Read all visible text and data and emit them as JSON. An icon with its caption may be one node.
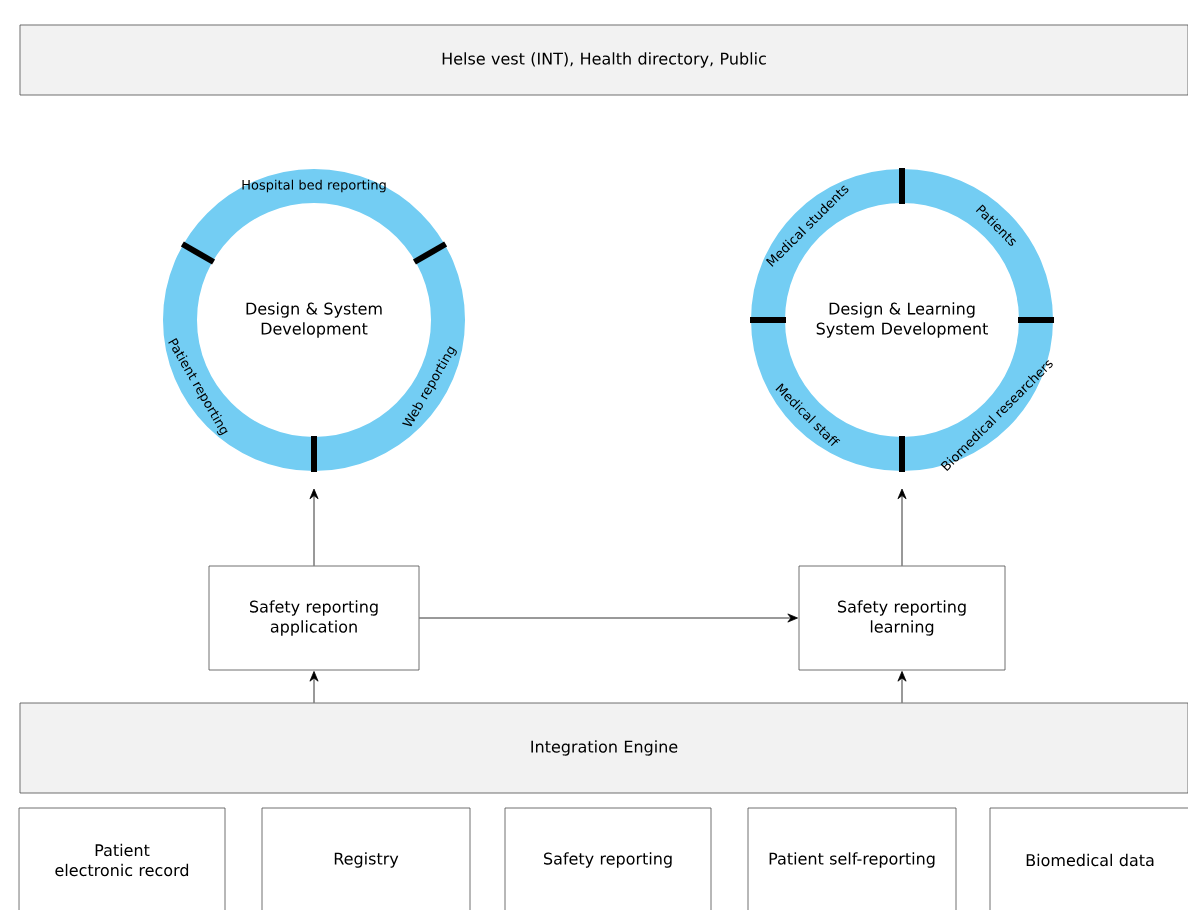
{
  "diagram": {
    "nodes": [
      {
        "text": [
          "Helse vest (INT), Health directory, Public"
        ]
      },
      {
        "text": [
          "Design & System Development",
          "Hospital bed reporting",
          "Patient reporting",
          "Web reporting"
        ]
      },
      {
        "text": [
          "Design & Learning System Development",
          "Medical students",
          "Patients",
          "Medical staff",
          "Biomedical researchers"
        ]
      },
      {
        "text": [
          "Safety reporting application"
        ]
      },
      {
        "text": [
          "Safety reporting learning"
        ]
      },
      {
        "text": [
          "Integration Engine"
        ]
      },
      {
        "text": [
          "Patient electronic record"
        ]
      },
      {
        "text": [
          "Registry"
        ]
      },
      {
        "text": [
          "Safety reporting"
        ]
      },
      {
        "text": [
          "Patient self-reporting"
        ]
      },
      {
        "text": [
          "Biomedical data"
        ]
      }
    ],
    "edges": [
      {
        "from": 3,
        "to": 1,
        "arrow": "to"
      },
      {
        "from": 3,
        "to": 4,
        "arrow": "to"
      },
      {
        "from": 4,
        "to": 2,
        "arrow": "to"
      },
      {
        "from": 5,
        "to": 3,
        "arrow": "to"
      },
      {
        "from": 5,
        "to": 4,
        "arrow": "to"
      }
    ]
  }
}
